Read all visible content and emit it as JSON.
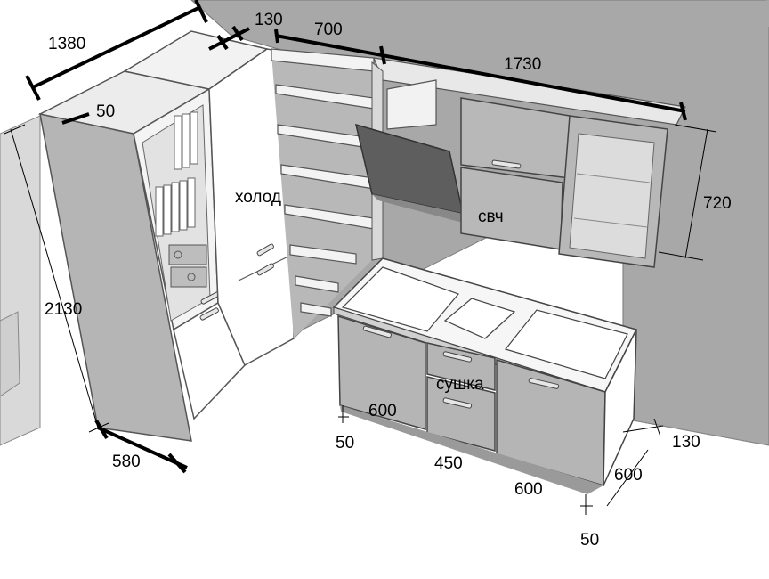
{
  "dimensions": {
    "top_left_width": "1380",
    "wall_gap": "130",
    "shelf_width": "700",
    "wall_run": "1730",
    "side_panel": "50",
    "tall_height": "2130",
    "tall_depth": "580",
    "upper_height": "720",
    "base_left": "600",
    "base_plinth_left": "50",
    "drawer_width": "450",
    "base_right": "600",
    "base_depth": "600",
    "right_gap": "130",
    "base_plinth_right": "50"
  },
  "appliances": {
    "fridge": "холод",
    "microwave": "свч",
    "dryer": "сушка"
  }
}
